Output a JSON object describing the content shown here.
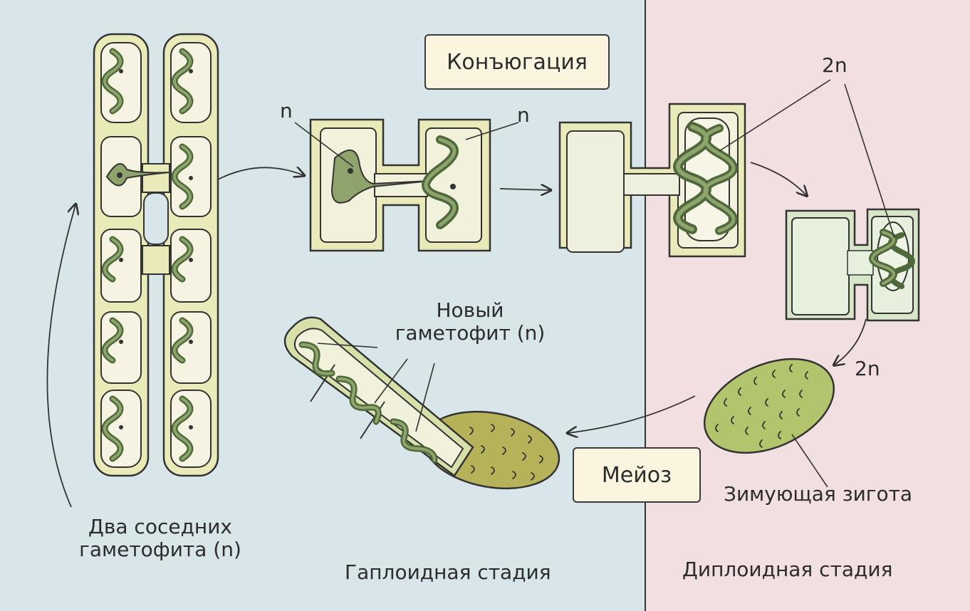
{
  "colors": {
    "haploid_bg": "#d8e6ea",
    "diploid_bg": "#f2dfe2",
    "cell_wall": "#eaeab8",
    "cell_outline": "#333333",
    "chloroplast_light": "#8ea46c",
    "chloroplast_dark": "#4e6a3a",
    "zygote": "#b2c46c",
    "old_zygote": "#b6b25a",
    "diploid_cell_wall": "#d6e6c6"
  },
  "labels": {
    "conjugation": "Конъюгация",
    "n_left": "n",
    "n_right": "n",
    "twon_top": "2n",
    "twon_bottom": "2n",
    "new_gametophyte_line1": "Новый",
    "new_gametophyte_line2": "гаметофит (n)",
    "meiosis": "Мейоз",
    "overwintering_zygote": "Зимующая зигота",
    "two_gametophytes_line1": "Два соседних",
    "two_gametophytes_line2": "гаметофита (n)",
    "haploid_stage": "Гаплоидная стадия",
    "diploid_stage": "Диплоидная стадия"
  }
}
